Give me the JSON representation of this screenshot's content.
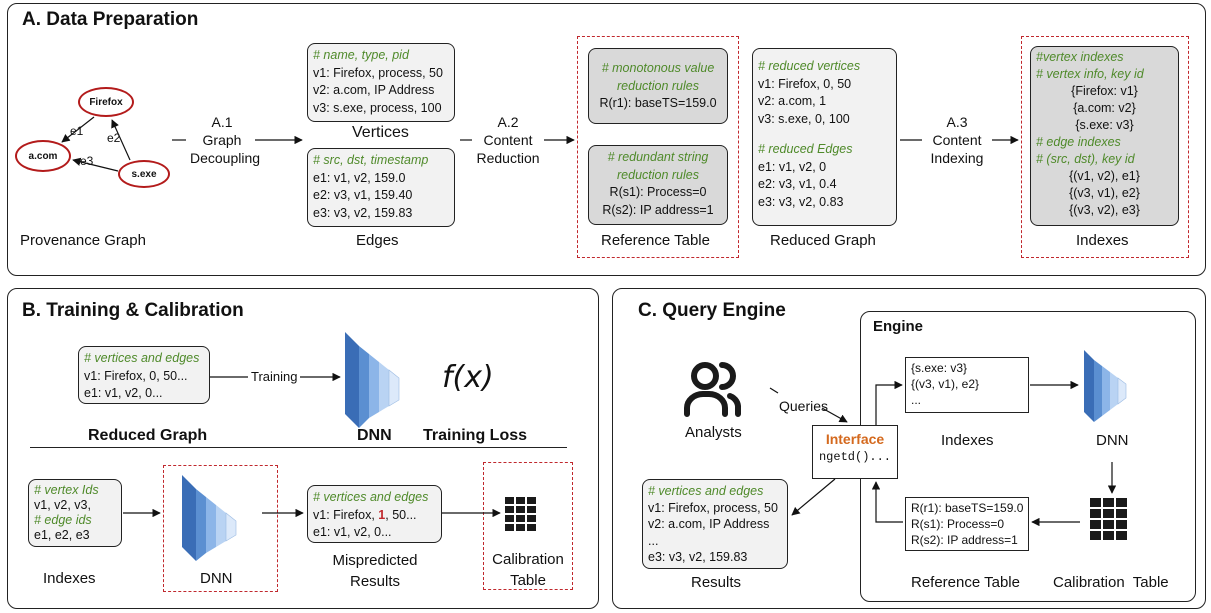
{
  "panel_a": {
    "title": "A. Data Preparation",
    "graph": {
      "nodes": [
        "Firefox",
        "a.com",
        "s.exe"
      ],
      "edges": [
        "e1",
        "e2",
        "e3"
      ],
      "caption": "Provenance Graph"
    },
    "step1": "A.1\nGraph\nDecoupling",
    "vertices": {
      "comment": "# name, type, pid",
      "rows": [
        "v1: Firefox, process, 50",
        "v2: a.com, IP Address",
        "v3: s.exe, process, 100"
      ],
      "caption": "Vertices"
    },
    "edges": {
      "comment": "# src, dst, timestamp",
      "rows": [
        "e1: v1, v2, 159.0",
        "e2: v3, v1, 159.40",
        "e3: v3, v2, 159.83"
      ],
      "caption": "Edges"
    },
    "step2": "A.2\nContent\nReduction",
    "reference": {
      "box1_comment": [
        "# monotonous value",
        "reduction rules"
      ],
      "box1_rows": [
        "R(r1): baseTS=159.0"
      ],
      "box2_comment": [
        "# redundant string",
        "reduction rules"
      ],
      "box2_rows": [
        "R(s1): Process=0",
        "R(s2): IP address=1"
      ],
      "caption": "Reference Table"
    },
    "reduced": {
      "comment1": "# reduced vertices",
      "rows1": [
        "v1: Firefox, 0, 50",
        "v2: a.com, 1",
        "v3: s.exe, 0, 100"
      ],
      "comment2": "# reduced Edges",
      "rows2": [
        "e1: v1, v2, 0",
        "e2: v3, v1, 0.4",
        "e3: v3, v2, 0.83"
      ],
      "caption": "Reduced Graph"
    },
    "step3": "A.3\nContent\nIndexing",
    "indexes": {
      "comment1": "#vertex indexes",
      "comment2": "# vertex info, key id",
      "rows1": [
        "{Firefox: v1}",
        "{a.com: v2}",
        "{s.exe: v3}"
      ],
      "comment3": "# edge indexes",
      "comment4": "# (src, dst), key id",
      "rows2": [
        "{(v1, v2), e1}",
        "{(v3, v1), e2}",
        "{(v3, v2), e3}"
      ],
      "caption": "Indexes"
    }
  },
  "panel_b": {
    "title": "B. Training & Calibration",
    "reduced_box": {
      "comment": "# vertices and edges",
      "rows": [
        "v1: Firefox, 0, 50...",
        "e1: v1, v2, 0..."
      ]
    },
    "training_arrow": "Training",
    "fx": "f(x)",
    "caption_reduced": "Reduced Graph",
    "caption_dnn_top": "DNN",
    "caption_loss": "Training Loss",
    "idx_box": {
      "comment1": "# vertex Ids",
      "row1": "v1, v2, v3,",
      "comment2": "# edge ids",
      "row2": "e1, e2, e3"
    },
    "mis_box": {
      "comment": "# vertices and edges",
      "row1_pre": "v1: Firefox, ",
      "row1_red": "1",
      "row1_post": ", 50...",
      "row2": "e1: v1, v2, 0..."
    },
    "caption_indexes": "Indexes",
    "caption_dnn_bottom": "DNN",
    "caption_mis": "Mispredicted\nResults",
    "caption_calib": "Calibration\nTable"
  },
  "panel_c": {
    "title": "C. Query Engine",
    "engine_title": "Engine",
    "analysts": "Analysts",
    "queries": "Queries",
    "interface_title": "Interface",
    "interface_code": "ngetd()...",
    "idx_rows": [
      "{s.exe: v3}",
      "{(v3, v1), e2}",
      "..."
    ],
    "caption_indexes": "Indexes",
    "caption_dnn": "DNN",
    "ref_rows": [
      "R(r1): baseTS=159.0",
      "R(s1): Process=0",
      "R(s2): IP address=1"
    ],
    "caption_ref": "Reference Table",
    "caption_calib": "Calibration  Table",
    "results": {
      "comment": "# vertices and edges",
      "rows": [
        "v1: Firefox, process, 50",
        "v2: a.com, IP Address",
        "...",
        "e3: v3, v2, 159.83"
      ]
    },
    "caption_results": "Results"
  },
  "colors": {
    "dashed_red": "#c0282d",
    "comment_green": "#4f8a2a",
    "interface_orange": "#d4691e",
    "node_red": "#b31b1b",
    "dnn_blue": "#5b8fd1"
  }
}
